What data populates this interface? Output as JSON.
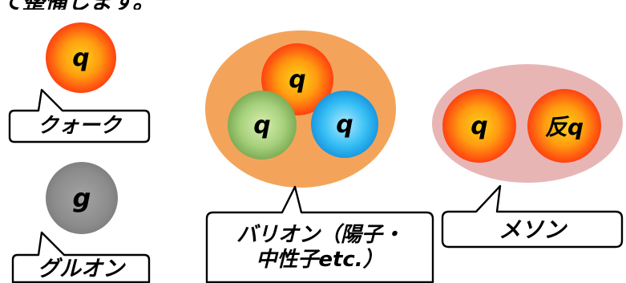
{
  "heading_fragment": "て整備します。",
  "diagram": {
    "quark": {
      "particle": "q",
      "label": "クォーク"
    },
    "gluon": {
      "particle": "g",
      "label": "グルオン"
    },
    "baryon": {
      "particles": [
        "q",
        "q",
        "q"
      ],
      "label_line1": "バリオン（陽子・",
      "label_line2": "中性子etc.）"
    },
    "meson": {
      "particles": [
        "q",
        "反q"
      ],
      "label": "メソン"
    },
    "colors": {
      "baryon_cloud": "#f4a45a",
      "meson_cloud": "#e8b5b5",
      "red_quark": "#ff4a12",
      "green_quark": "#8cc063",
      "blue_quark": "#1aa3ea",
      "gluon": "#8a8a8a"
    }
  }
}
